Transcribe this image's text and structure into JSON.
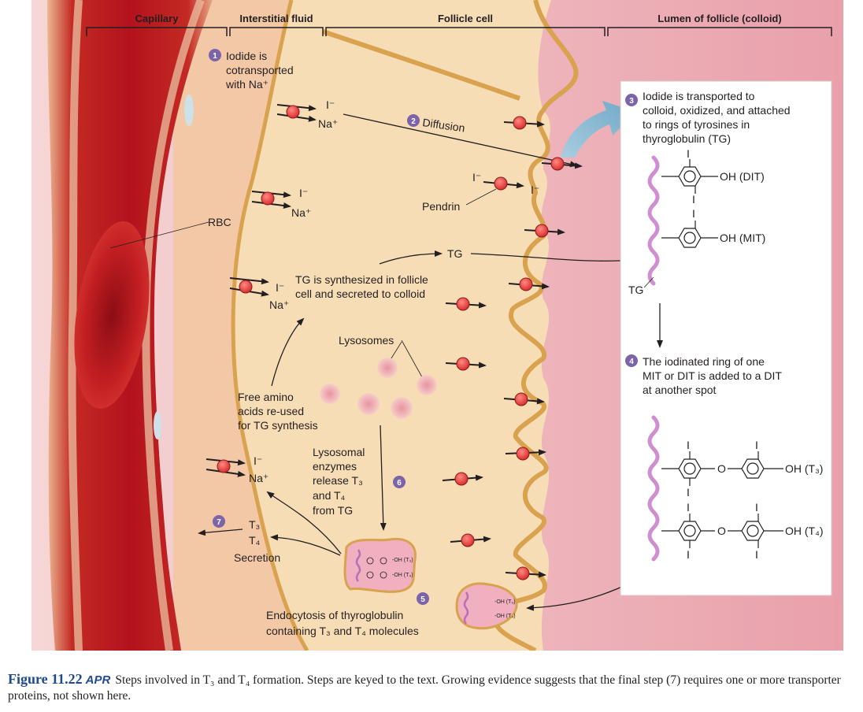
{
  "headers": {
    "capillary": "Capillary",
    "interstitial": "Interstitial fluid",
    "follicle_cell": "Follicle cell",
    "lumen": "Lumen of follicle (colloid)"
  },
  "steps": {
    "s1": {
      "num": "1",
      "lines": [
        "Iodide is",
        "cotransported",
        "with Na⁺"
      ]
    },
    "s2": {
      "num": "2",
      "text": "Diffusion"
    },
    "s3": {
      "num": "3",
      "lines": [
        "Iodide is transported to",
        "colloid, oxidized, and attached",
        "to rings of tyrosines in",
        "thyroglobulin (TG)"
      ]
    },
    "s4": {
      "num": "4",
      "lines": [
        "The iodinated ring of one",
        "MIT or DIT is added to a DIT",
        "at another spot"
      ]
    },
    "s5": {
      "num": "5",
      "lines": [
        "Endocytosis of thyroglobulin",
        "containing T₃ and T₄ molecules"
      ]
    },
    "s6": {
      "num": "6"
    },
    "s7": {
      "num": "7"
    }
  },
  "labels": {
    "rbc": "RBC",
    "iodide": "I⁻",
    "sodium": "Na⁺",
    "pendrin": "Pendrin",
    "tg": "TG",
    "tg_synth": [
      "TG is synthesized in follicle",
      "cell and secreted to colloid"
    ],
    "lysosomes": "Lysosomes",
    "free_amino": [
      "Free amino",
      "acids re-used",
      "for TG synthesis"
    ],
    "lysosomal": [
      "Lysosomal",
      "enzymes",
      "release T₃",
      "and T₄",
      "from TG"
    ],
    "t3": "T₃",
    "t4": "T₄",
    "secretion": "Secretion",
    "oh_dit": "OH (DIT)",
    "oh_mit": "OH (MIT)",
    "oh_t3": "OH (T₃)",
    "oh_t4": "OH (T₄)",
    "o": "O",
    "i": "I",
    "small_oh_t3": "-OH (T₃)",
    "small_oh_t4": "-OH (T₄)"
  },
  "caption": {
    "figure": "Figure 11.22",
    "apr": "APR",
    "text": "Steps involved in T₃ and T₄ formation. Steps are keyed to the text. Growing evidence suggests that the final step (7) requires one or more transporter proteins, not shown here."
  },
  "colors": {
    "capillary_red": "#b3121d",
    "interstitial": "#f2c8a7",
    "cell": "#f7ddb6",
    "colloid": "#f0b7bf",
    "step_badge": "#7b64a8",
    "tg_chain": "#cf8ecf",
    "caption_blue": "#1f4a8b"
  }
}
